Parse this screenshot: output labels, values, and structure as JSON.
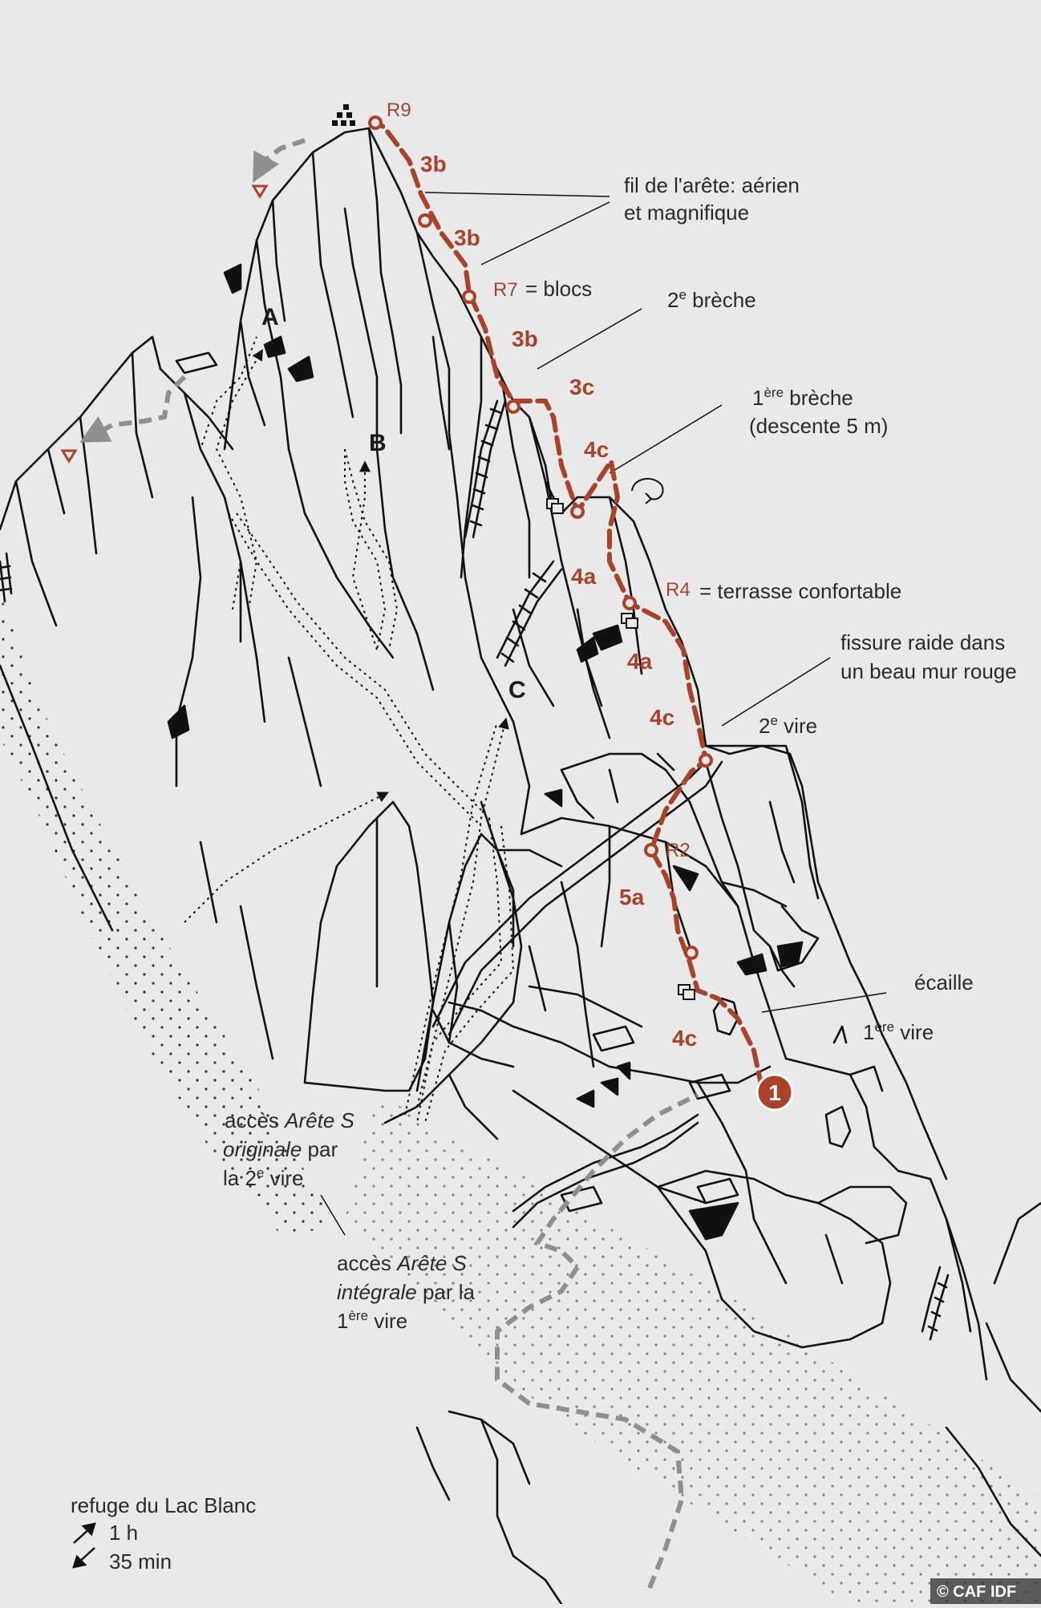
{
  "route": {
    "color": "#a8432a",
    "start_marker": "1",
    "belays": [
      {
        "id": "R9",
        "label": "R9"
      },
      {
        "id": "R7",
        "label": "R7",
        "note": "= blocs"
      },
      {
        "id": "R4",
        "label": "R4",
        "note": "= terrasse confortable"
      },
      {
        "id": "R2",
        "label": "R2"
      }
    ],
    "grades": [
      "3b",
      "3b",
      "3b",
      "3c",
      "4c",
      "4a",
      "4a",
      "4c",
      "5a",
      "4c"
    ]
  },
  "variants": {
    "a": "A",
    "b": "B",
    "c": "C"
  },
  "annotations": {
    "fil": [
      "fil de l'arête: aérien",
      "et magnifique"
    ],
    "breche2": {
      "num": "2",
      "sup": "e",
      "word": " brèche"
    },
    "breche1": {
      "num": "1",
      "sup": "ère",
      "word": " brèche",
      "line2": "(descente 5 m)"
    },
    "fissure": [
      "fissure raide dans",
      "un beau mur rouge"
    ],
    "vire2": {
      "num": "2",
      "sup": "e",
      "word": " vire"
    },
    "vire1": {
      "num": "1",
      "sup": "ère",
      "word": " vire"
    },
    "ecaille": "écaille"
  },
  "access": {
    "original": {
      "l1": "accès ",
      "l1i": "Arête S",
      "l2i": "originale",
      "l2": " par",
      "l3a": "la 2",
      "l3sup": "e",
      "l3b": " vire"
    },
    "integrale": {
      "l1": "accès ",
      "l1i": "Arête S",
      "l2i": "intégrale",
      "l2": " par la",
      "l3a": "1",
      "l3sup": "ère",
      "l3b": " vire"
    }
  },
  "refuge": {
    "title": "refuge du Lac Blanc",
    "up_time": "1 h",
    "down_time": "35 min",
    "up_icon": "arrow-up-right-icon",
    "down_icon": "arrow-down-left-icon"
  },
  "credit": "© CAF IDF"
}
